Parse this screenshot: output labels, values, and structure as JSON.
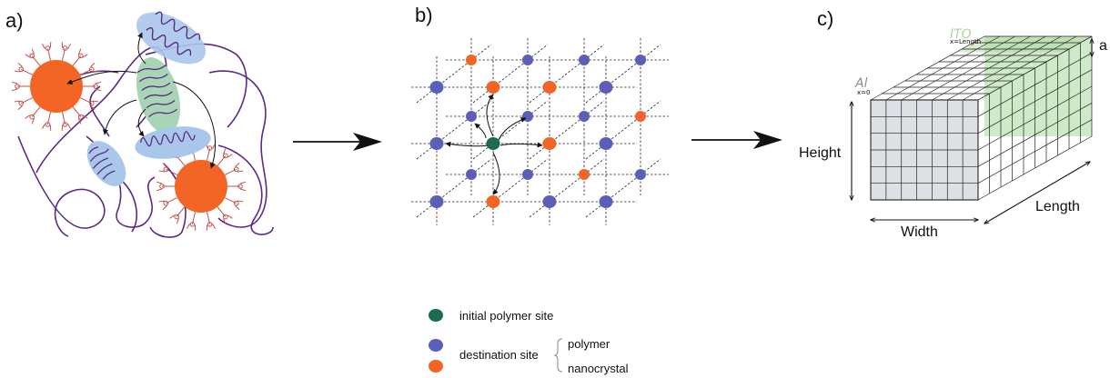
{
  "labels": {
    "panel_a": "a)",
    "panel_b": "b)",
    "panel_c": "c)"
  },
  "panel_c": {
    "ito": "ITO",
    "ito_sub": "x=Length",
    "al": "Al",
    "al_sub": "x=0",
    "a": "a",
    "height": "Height",
    "width": "Width",
    "length": "Length"
  },
  "legend": {
    "initial": "initial polymer site",
    "destination": "destination site",
    "polymer": "polymer",
    "nanocrystal": "nanocrystal"
  },
  "colors": {
    "nanocrystal": "#f26524",
    "polymer_site": "#5b5fb8",
    "initial_site": "#1a6b4f",
    "polymer_chain": "#5b2a86",
    "domain_blue": "#a9c7ea",
    "domain_green": "#a8d5b5",
    "ligand": "#c0504d",
    "ito_green": "#a8d89a",
    "al_gray": "#dde1e6"
  }
}
